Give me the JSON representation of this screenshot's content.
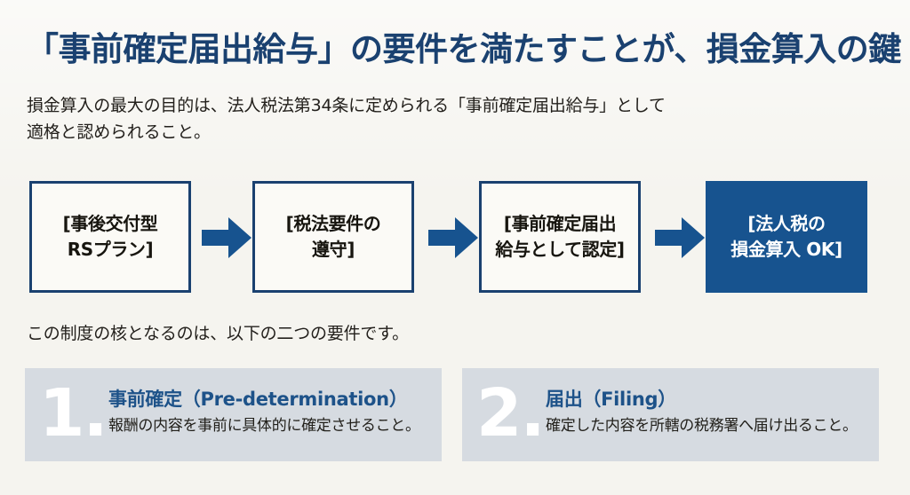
{
  "colors": {
    "page_background": "#f5f4ef",
    "title_navy": "#1a4170",
    "accent_blue": "#17538f",
    "arrow_blue": "#17538f",
    "card_background": "#d6dbe1",
    "card_heading_blue": "#1d5289",
    "card_number_white": "#ffffff",
    "body_text": "#23201c"
  },
  "title": "「事前確定届出給与」の要件を満たすことが、損金算入の鍵",
  "lead": {
    "line1": "損金算入の最大の目的は、法人税法第34条に定められる「事前確定届出給与」として",
    "line2": "適格と認められること。"
  },
  "flow": {
    "steps": [
      {
        "line1": "[事後交付型",
        "line2": "RSプラン]",
        "accent": false
      },
      {
        "line1": "[税法要件の",
        "line2": "遵守]",
        "accent": false
      },
      {
        "line1": "[事前確定届出",
        "line2": "給与として認定]",
        "accent": false
      },
      {
        "line1": "[法人税の",
        "line2": "損金算入 OK]",
        "accent": true
      }
    ],
    "arrows": [
      {
        "icon": "arrow-right-icon"
      },
      {
        "icon": "arrow-right-icon"
      },
      {
        "icon": "arrow-right-icon"
      }
    ]
  },
  "mid_sentence": "この制度の核となるのは、以下の二つの要件です。",
  "requirements": [
    {
      "number": "1.",
      "heading": "事前確定（Pre-determination）",
      "description": "報酬の内容を事前に具体的に確定させること。"
    },
    {
      "number": "2.",
      "heading": "届出（Filing）",
      "description": "確定した内容を所轄の税務署へ届け出ること。"
    }
  ]
}
